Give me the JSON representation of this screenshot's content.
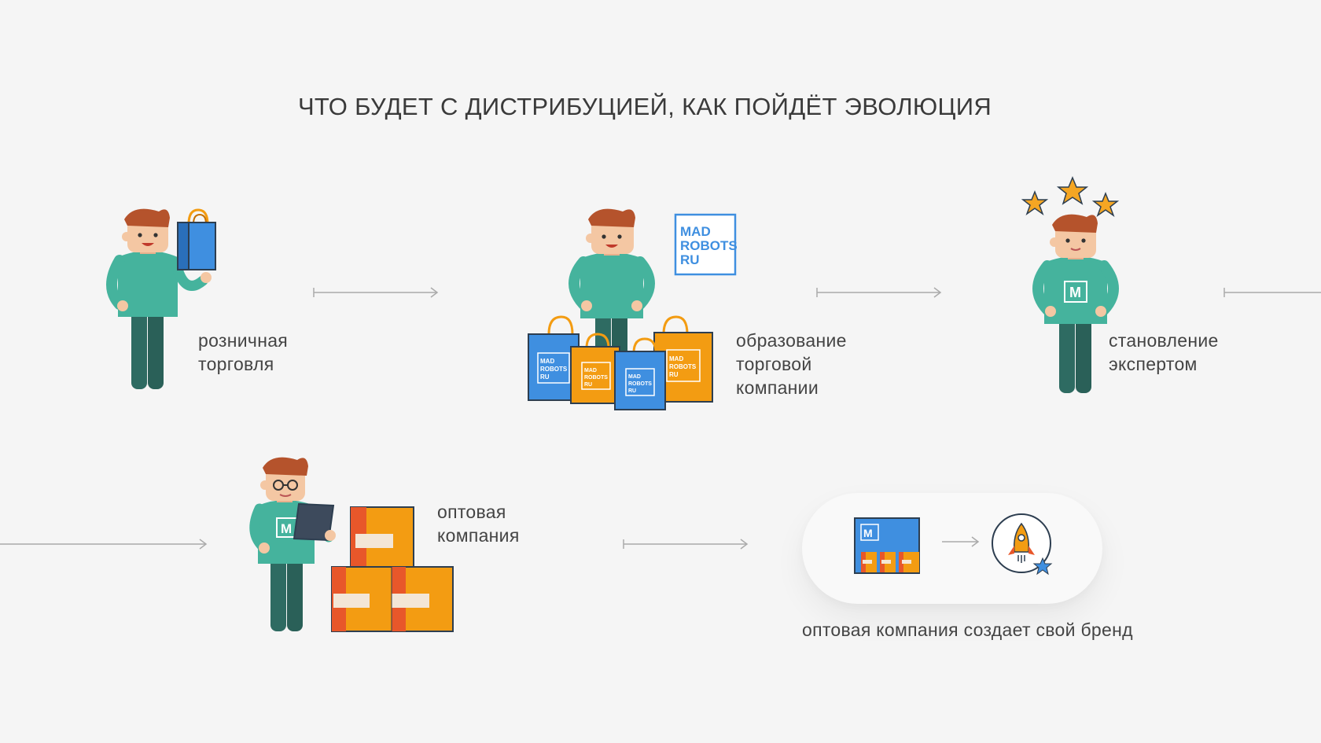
{
  "title": "ЧТО БУДЕТ С ДИСТРИБУЦИЕЙ, КАК ПОЙДЁТ ЭВОЛЮЦИЯ",
  "stages": {
    "retail": {
      "line1": "розничная",
      "line2": "торговля"
    },
    "trading": {
      "line1": "образование",
      "line2": "торговой",
      "line3": "компании"
    },
    "expert": {
      "line1": "становление",
      "line2": "экспертом"
    },
    "wholesale": {
      "line1": "оптовая",
      "line2": "компания"
    },
    "brand": {
      "caption": "оптовая компания создает свой бренд"
    }
  },
  "logo": {
    "line1": "MAD",
    "line2": "ROBOTS",
    "line3": "RU"
  },
  "shirt_letter": "M",
  "colors": {
    "teal": "#45b39d",
    "dark_teal": "#2e6b62",
    "blue": "#3f8fe0",
    "orange": "#f39c12",
    "red_orange": "#e8572a",
    "hair": "#b5532c",
    "skin": "#f4c7a3",
    "star": "#f5a623"
  }
}
